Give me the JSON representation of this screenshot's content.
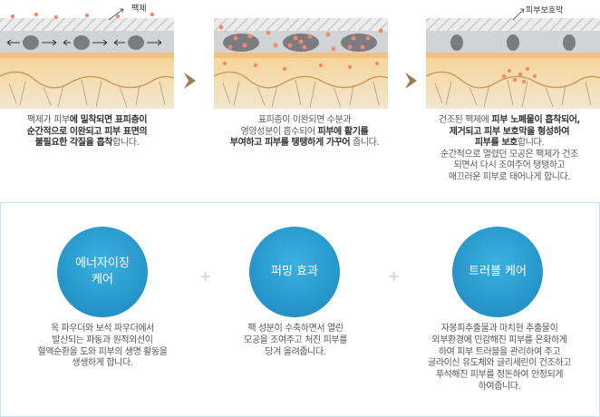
{
  "stages": [
    {
      "callout": "팩제",
      "desc_lines": [
        [
          {
            "t": "팩제가 피부"
          },
          {
            "t": "에 밀착되면 표피층이",
            "b": true
          }
        ],
        [
          {
            "t": "순간적으로 이완되고 피부 표면의",
            "b": true
          }
        ],
        [
          {
            "t": "불필요한 각질을 흡착",
            "b": true
          },
          {
            "t": "합니다."
          }
        ]
      ]
    },
    {
      "callout": "",
      "desc_lines": [
        [
          {
            "t": "표피층이 이완되면 수분과"
          }
        ],
        [
          {
            "t": "영양성분이 흡수되어 "
          },
          {
            "t": "피부에 활기를",
            "b": true
          }
        ],
        [
          {
            "t": "부여하고 피부를 탱탱하게 가꾸어",
            "b": true
          },
          {
            "t": " 줍니다."
          }
        ]
      ]
    },
    {
      "callout": "피부보호막",
      "desc_lines": [
        [
          {
            "t": "건조된 팩제에 "
          },
          {
            "t": "피부 노폐물이 흡착되어,",
            "b": true
          }
        ],
        [
          {
            "t": "제거되고 피부 보호막을 형성하여",
            "b": true
          }
        ],
        [
          {
            "t": "피부를 보호",
            "b": true
          },
          {
            "t": "합니다."
          }
        ],
        [
          {
            "t": "순간적으로 열렸던 모공은 팩제가 건조"
          }
        ],
        [
          {
            "t": "되면서 다시 조여주어 탱탱하고"
          }
        ],
        [
          {
            "t": "매끄러운 피부로 태어나게 합니다."
          }
        ]
      ]
    }
  ],
  "effects": [
    {
      "title_lines": [
        "에너자이징",
        "케어"
      ],
      "desc_lines": [
        "옥 파우더와 보석 파우더에서",
        "발산되는 파동과 원적외선이",
        "혈액순환을 도와 피부의 생명 활동을",
        "생생하게 합니다."
      ]
    },
    {
      "title_lines": [
        "퍼밍 효과"
      ],
      "desc_lines": [
        "팩 성분이 수축하면서 열린",
        "모공을 조여주고 처진 피부를",
        "당겨 올려줍니다."
      ]
    },
    {
      "title_lines": [
        "트러블 케어"
      ],
      "desc_lines": [
        "자몽피추출물과 마치현 추출물이",
        "외부환경에 민감해진 피부를 온화하게",
        "하여 피부 트러블을 관리하여 주고",
        "글라이신 유도체와 글리세린이 건조하고",
        "푸석해진 피부를 정돈하여 안정되게",
        "하여줍니다."
      ]
    }
  ],
  "plus_symbol": "+",
  "colors": {
    "circle": "#2a9fd4",
    "panel_border": "#bfe6f1",
    "arrow": "#9a7d52",
    "particle": "#f08a6e"
  }
}
